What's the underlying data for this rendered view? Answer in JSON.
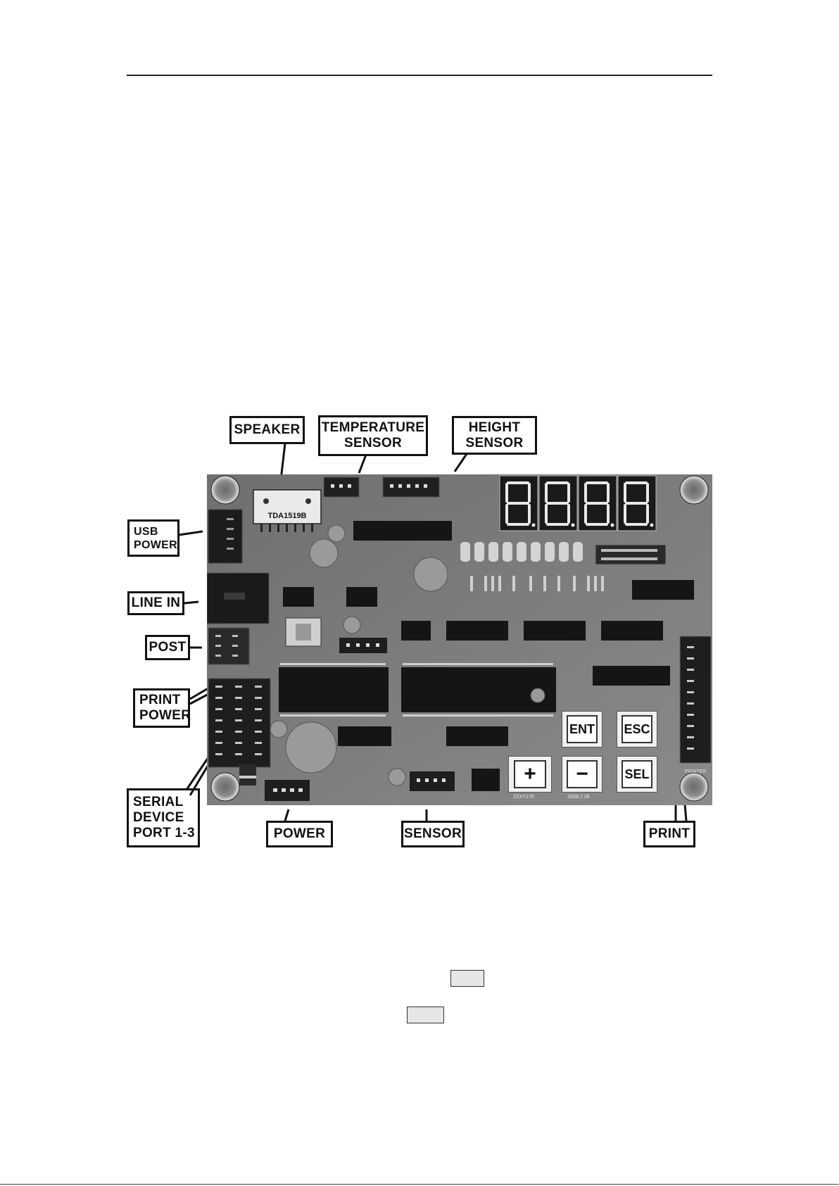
{
  "callouts": {
    "speaker": "SPEAKER",
    "temperature_sensor": [
      "TEMPERATURE",
      "SENSOR"
    ],
    "height_sensor": [
      "HEIGHT",
      "SENSOR"
    ],
    "usb_power": [
      "USB",
      "POWER"
    ],
    "line_in": "LINE IN",
    "post": "POST",
    "print_power": [
      "PRINT",
      "POWER"
    ],
    "serial_device_port": [
      "SERIAL",
      "DEVICE",
      "PORT 1-3"
    ],
    "power": "POWER",
    "sensor": "SENSOR",
    "print": "PRINT"
  },
  "board": {
    "amplifier_chip": "TDA1519B",
    "buttons": {
      "ent": "ENT",
      "esc": "ESC",
      "sel": "SEL",
      "plus": "+",
      "minus": "−"
    },
    "display_digits": 4,
    "silkscreen": {
      "printer": "PRINTER",
      "model": "ZZXY176",
      "date": "2008.7.28"
    }
  },
  "colors": {
    "board": "#7d7d7d",
    "chip": "#151515",
    "pad": "#d8d8d8",
    "button": "#efefef"
  }
}
